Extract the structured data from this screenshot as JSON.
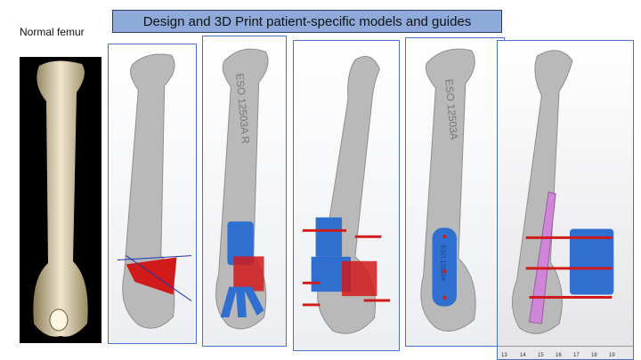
{
  "title": "Design and 3D Print patient-specific models and guides",
  "normal_label": "Normal femur",
  "engravings": {
    "panel2": "ESO 12503A R",
    "panel4": "ESO 12503A",
    "guide4": "ESO 12503A"
  },
  "ruler_ticks": [
    "13",
    "14",
    "15",
    "16",
    "17",
    "18",
    "19"
  ],
  "colors": {
    "title_bg": "#8eaadb",
    "panel_border": "#4a72c4",
    "guide": "#2f6fd0",
    "wedge": "#d11a1a",
    "plate": "#cf86d8",
    "bone": "#b9b9b9"
  }
}
